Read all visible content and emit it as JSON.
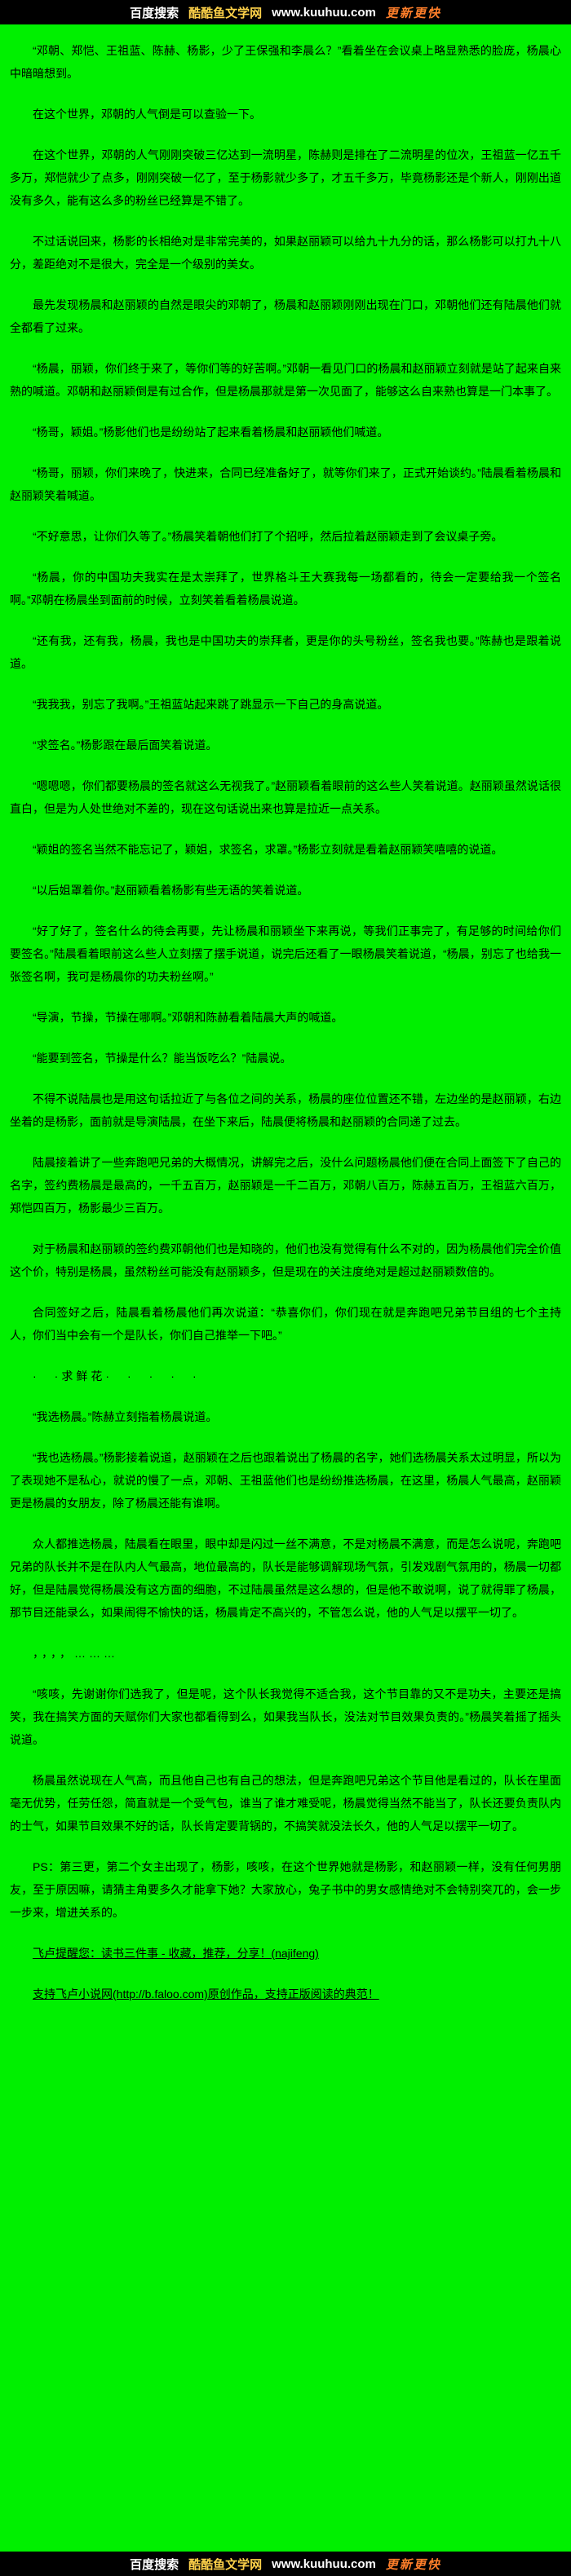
{
  "banner": {
    "prefix": "百度搜索",
    "site": "酷酷鱼文学网",
    "url": "www.kuuhuu.com",
    "tagline": "更新更快"
  },
  "colors": {
    "page_background": "#00f000",
    "banner_background": "#000000",
    "banner_site": "#ffd24a",
    "banner_tagline": "#ff7f2a",
    "body_text": "#000000"
  },
  "article": {
    "paragraphs": [
      {
        "style": "normal",
        "text": "“邓朝、郑恺、王祖蓝、陈赫、杨影，少了王保强和李晨么？”看着坐在会议桌上略显熟悉的脸庞，杨晨心中暗暗想到。"
      },
      {
        "style": "normal",
        "text": "在这个世界，邓朝的人气倒是可以查验一下。"
      },
      {
        "style": "normal",
        "text": "在这个世界，邓朝的人气刚刚突破三亿达到一流明星，陈赫则是排在了二流明星的位次，王祖蓝一亿五千多万，郑恺就少了点多，刚刚突破一亿了，至于杨影就少多了，才五千多万，毕竟杨影还是个新人，刚刚出道没有多久，能有这么多的粉丝已经算是不错了。"
      },
      {
        "style": "normal",
        "text": "不过话说回来，杨影的长相绝对是非常完美的，如果赵丽颖可以给九十九分的话，那么杨影可以打九十八分，差距绝对不是很大，完全是一个级别的美女。"
      },
      {
        "style": "normal",
        "text": "最先发现杨晨和赵丽颖的自然是眼尖的邓朝了，杨晨和赵丽颖刚刚出现在门口，邓朝他们还有陆晨他们就全都看了过来。"
      },
      {
        "style": "normal",
        "text": "“杨晨，丽颖，你们终于来了，等你们等的好苦啊。”邓朝一看见门口的杨晨和赵丽颖立刻就是站了起来自来熟的喊道。邓朝和赵丽颖倒是有过合作，但是杨晨那就是第一次见面了，能够这么自来熟也算是一门本事了。"
      },
      {
        "style": "normal",
        "text": "“杨哥，颖姐。”杨影他们也是纷纷站了起来看着杨晨和赵丽颖他们喊道。"
      },
      {
        "style": "normal",
        "text": "“杨哥，丽颖，你们来晚了，快进来，合同已经准备好了，就等你们来了，正式开始谈约。”陆晨看着杨晨和赵丽颖笑着喊道。"
      },
      {
        "style": "normal",
        "text": "“不好意思，让你们久等了。”杨晨笑着朝他们打了个招呼，然后拉着赵丽颖走到了会议桌子旁。"
      },
      {
        "style": "normal",
        "text": "“杨晨，你的中国功夫我实在是太崇拜了，世界格斗王大赛我每一场都看的，待会一定要给我一个签名啊。”邓朝在杨晨坐到面前的时候，立刻笑着看着杨晨说道。"
      },
      {
        "style": "normal",
        "text": "“还有我，还有我，杨晨，我也是中国功夫的崇拜者，更是你的头号粉丝，签名我也要。”陈赫也是跟着说道。"
      },
      {
        "style": "normal",
        "text": "“我我我，别忘了我啊。”王祖蓝站起来跳了跳显示一下自己的身高说道。"
      },
      {
        "style": "normal",
        "text": "“求签名。”杨影跟在最后面笑着说道。"
      },
      {
        "style": "normal",
        "text": "“嗯嗯嗯，你们都要杨晨的签名就这么无视我了。”赵丽颖看着眼前的这么些人笑着说道。赵丽颖虽然说话很直白，但是为人处世绝对不差的，现在这句话说出来也算是拉近一点关系。"
      },
      {
        "style": "normal",
        "text": "“颖姐的签名当然不能忘记了，颖姐，求签名，求罩。”杨影立刻就是看着赵丽颖笑嘻嘻的说道。"
      },
      {
        "style": "normal",
        "text": "“以后姐罩着你。”赵丽颖看着杨影有些无语的笑着说道。"
      },
      {
        "style": "normal",
        "text": "“好了好了，签名什么的待会再要，先让杨晨和丽颖坐下来再说，等我们正事完了，有足够的时间给你们要签名。”陆晨看着眼前这么些人立刻摆了摆手说道，说完后还看了一眼杨晨笑着说道，“杨晨，别忘了也给我一张签名啊，我可是杨晨你的功夫粉丝啊。”"
      },
      {
        "style": "normal",
        "text": "“导演，节操，节操在哪啊。”邓朝和陈赫看着陆晨大声的喊道。"
      },
      {
        "style": "normal",
        "text": "“能要到签名，节操是什么？能当饭吃么？”陆晨说。"
      },
      {
        "style": "normal",
        "text": "不得不说陆晨也是用这句话拉近了与各位之间的关系，杨晨的座位位置还不错，左边坐的是赵丽颖，右边坐着的是杨影，面前就是导演陆晨，在坐下来后，陆晨便将杨晨和赵丽颖的合同递了过去。"
      },
      {
        "style": "normal",
        "text": "陆晨接着讲了一些奔跑吧兄弟的大概情况，讲解完之后，没什么问题杨晨他们便在合同上面签下了自己的名字，签约费杨晨是最高的，一千五百万，赵丽颖是一千二百万，邓朝八百万，陈赫五百万，王祖蓝六百万，郑恺四百万，杨影最少三百万。"
      },
      {
        "style": "normal",
        "text": "对于杨晨和赵丽颖的签约费邓朝他们也是知晓的，他们也没有觉得有什么不对的，因为杨晨他们完全价值这个价，特别是杨晨，虽然粉丝可能没有赵丽颖多，但是现在的关注度绝对是超过赵丽颖数倍的。"
      },
      {
        "style": "normal",
        "text": "合同签好之后，陆晨看着杨晨他们再次说道：“恭喜你们，你们现在就是奔跑吧兄弟节目组的七个主持人，你们当中会有一个是队长，你们自己推举一下吧。”"
      },
      {
        "style": "separator",
        "text": "·　·求鲜花·　·　·　·　·"
      },
      {
        "style": "normal",
        "text": "“我选杨晨。”陈赫立刻指着杨晨说道。"
      },
      {
        "style": "normal",
        "text": "“我也选杨晨。”杨影接着说道，赵丽颖在之后也跟着说出了杨晨的名字，她们选杨晨关系太过明显，所以为了表现她不是私心，就说的慢了一点，邓朝、王祖蓝他们也是纷纷推选杨晨，在这里，杨晨人气最高，赵丽颖更是杨晨的女朋友，除了杨晨还能有谁啊。"
      },
      {
        "style": "normal",
        "text": "众人都推选杨晨，陆晨看在眼里，眼中却是闪过一丝不满意，不是对杨晨不满意，而是怎么说呢，奔跑吧兄弟的队长并不是在队内人气最高，地位最高的，队长是能够调解现场气氛，引发戏剧气氛用的，杨晨一切都好，但是陆晨觉得杨晨没有这方面的细胞，不过陆晨虽然是这么想的，但是他不敢说啊，说了就得罪了杨晨，那节目还能录么，如果闹得不愉快的话，杨晨肯定不高兴的，不管怎么说，他的人气足以摆平一切了。"
      },
      {
        "style": "separator",
        "text": "，，，，………"
      },
      {
        "style": "normal",
        "text": "“咳咳，先谢谢你们选我了，但是呢，这个队长我觉得不适合我，这个节目靠的又不是功夫，主要还是搞笑，我在搞笑方面的天赋你们大家也都看得到么，如果我当队长，没法对节目效果负责的。”杨晨笑着摇了摇头说道。"
      },
      {
        "style": "normal",
        "text": "杨晨虽然说现在人气高，而且他自己也有自己的想法，但是奔跑吧兄弟这个节目他是看过的，队长在里面毫无优势，任劳任怨，简直就是一个受气包，谁当了谁才难受呢，杨晨觉得当然不能当了，队长还要负责队内的士气，如果节目效果不好的话，队长肯定要背锅的，不搞笑就没法长久，他的人气足以摆平一切了。"
      },
      {
        "style": "normal",
        "text": "PS：第三更，第二个女主出现了，杨影，咳咳，在这个世界她就是杨影，和赵丽颖一样，没有任何男朋友，至于原因嘛，请猜主角要多久才能拿下她？大家放心，兔子书中的男女感情绝对不会特别突兀的，会一步一步来，增进关系的。"
      },
      {
        "style": "link",
        "text": "飞卢提醒您：读书三件事 - 收藏，推荐，分享！(najifeng)"
      },
      {
        "style": "link",
        "text": "支持飞卢小说网(http://b.faloo.com)原创作品，支持正版阅读的典范！"
      }
    ]
  }
}
